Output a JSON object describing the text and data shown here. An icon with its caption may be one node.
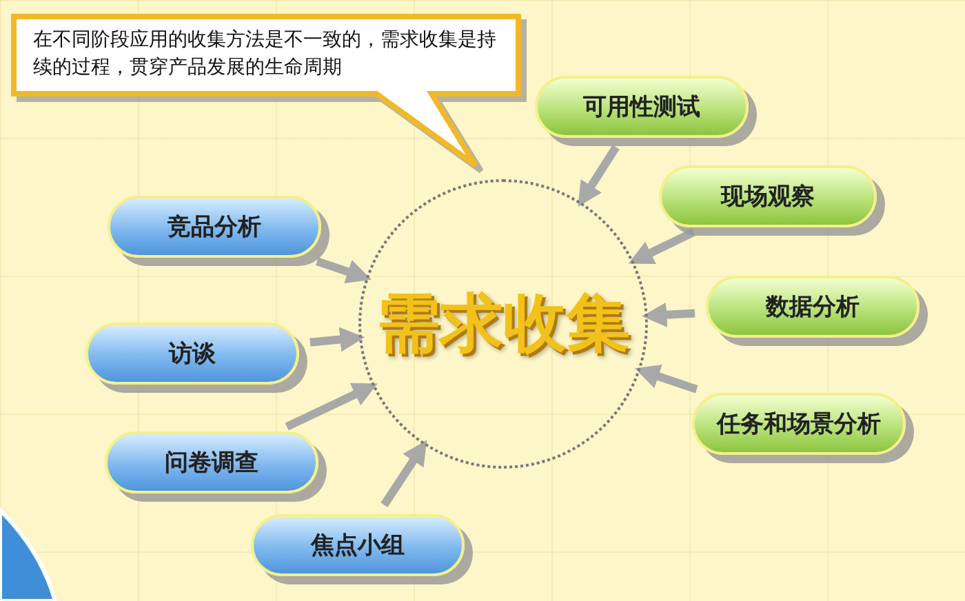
{
  "diagram": {
    "nodes": [
      {
        "text": [
          "在不同阶段应用的收集方法是不一致的，需求收集是持续的过程，贯穿产品发展的生命周期"
        ]
      },
      {
        "text": [
          "需求收集"
        ]
      },
      {
        "text": [
          "可用性测试"
        ]
      },
      {
        "text": [
          "现场观察"
        ]
      },
      {
        "text": [
          "数据分析"
        ]
      },
      {
        "text": [
          "任务和场景分析"
        ]
      },
      {
        "text": [
          "竞品分析"
        ]
      },
      {
        "text": [
          "访谈"
        ]
      },
      {
        "text": [
          "问卷调查"
        ]
      },
      {
        "text": [
          "焦点小组"
        ]
      }
    ],
    "edges": [
      {
        "from": 2,
        "to": 1,
        "arrow": "to"
      },
      {
        "from": 3,
        "to": 1,
        "arrow": "to"
      },
      {
        "from": 4,
        "to": 1,
        "arrow": "to"
      },
      {
        "from": 5,
        "to": 1,
        "arrow": "to"
      },
      {
        "from": 6,
        "to": 1,
        "arrow": "to"
      },
      {
        "from": 7,
        "to": 1,
        "arrow": "to"
      },
      {
        "from": 8,
        "to": 1,
        "arrow": "to"
      },
      {
        "from": 9,
        "to": 1,
        "arrow": "to"
      }
    ]
  }
}
